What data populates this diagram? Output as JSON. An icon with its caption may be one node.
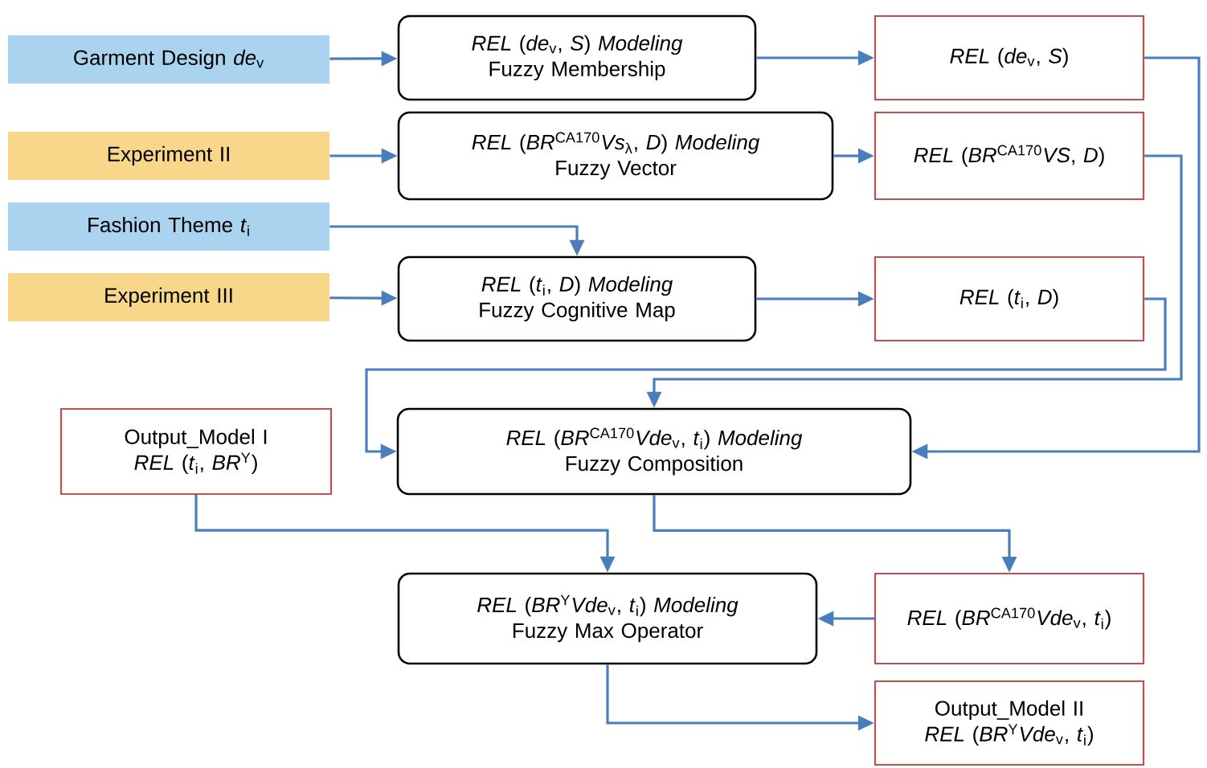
{
  "diagram": {
    "nodes": [
      {
        "text": [
          "Garment Design *de*$_{v}$"
        ]
      },
      {
        "text": [
          "*REL* (*de*$_{v}$, *S*) *Modeling*",
          "Fuzzy Membership"
        ]
      },
      {
        "text": [
          "*REL* (*de*$_{v}$, *S*)"
        ]
      },
      {
        "text": [
          "Experiment II"
        ]
      },
      {
        "text": [
          "*REL* (*BR*$^{CA170}$*Vs*$_{λ}$, *D*) *Modeling*",
          "Fuzzy Vector"
        ]
      },
      {
        "text": [
          "*REL* (*BR*$^{CA170}$*VS*, *D*)"
        ]
      },
      {
        "text": [
          "Fashion Theme *t*$_{i}$"
        ]
      },
      {
        "text": [
          "Experiment III"
        ]
      },
      {
        "text": [
          "*REL* (*t*$_{i}$, *D*) *Modeling*",
          "Fuzzy Cognitive Map"
        ]
      },
      {
        "text": [
          "*REL* (*t*$_{i}$, *D*)"
        ]
      },
      {
        "text": [
          "Output_Model I",
          "*REL* (*t*$_{i}$, *BR*$^{Y}$)"
        ]
      },
      {
        "text": [
          "*REL* (*BR*$^{CA170}$*Vde*$_{v}$, *t*$_{i}$) *Modeling*",
          "Fuzzy Composition"
        ]
      },
      {
        "text": [
          "*REL* (*BR*$^{Y}$*Vde*$_{v}$, *t*$_{i}$) *Modeling*",
          "Fuzzy Max Operator"
        ]
      },
      {
        "text": [
          "*REL* (*BR*$^{CA170}$*Vde*$_{v}$, *t*$_{i}$)"
        ]
      },
      {
        "text": [
          "Output_Model II",
          "*REL* (*BR*$^{Y}$*Vde*$_{v}$, *t*$_{i}$)"
        ]
      }
    ],
    "edges": [
      {
        "from": 0,
        "to": 1,
        "arrow": "to"
      },
      {
        "from": 1,
        "to": 2,
        "arrow": "to"
      },
      {
        "from": 3,
        "to": 4,
        "arrow": "to"
      },
      {
        "from": 4,
        "to": 5,
        "arrow": "to"
      },
      {
        "from": 6,
        "to": 8,
        "arrow": "to"
      },
      {
        "from": 7,
        "to": 8,
        "arrow": "to"
      },
      {
        "from": 8,
        "to": 9,
        "arrow": "to"
      },
      {
        "from": 2,
        "to": 11,
        "arrow": "to"
      },
      {
        "from": 5,
        "to": 11,
        "arrow": "to"
      },
      {
        "from": 9,
        "to": 11,
        "arrow": "to"
      },
      {
        "from": 10,
        "to": 12,
        "arrow": "to"
      },
      {
        "from": 11,
        "to": 13,
        "arrow": "to"
      },
      {
        "from": 13,
        "to": 12,
        "arrow": "to"
      },
      {
        "from": 12,
        "to": 14,
        "arrow": "to"
      }
    ]
  }
}
